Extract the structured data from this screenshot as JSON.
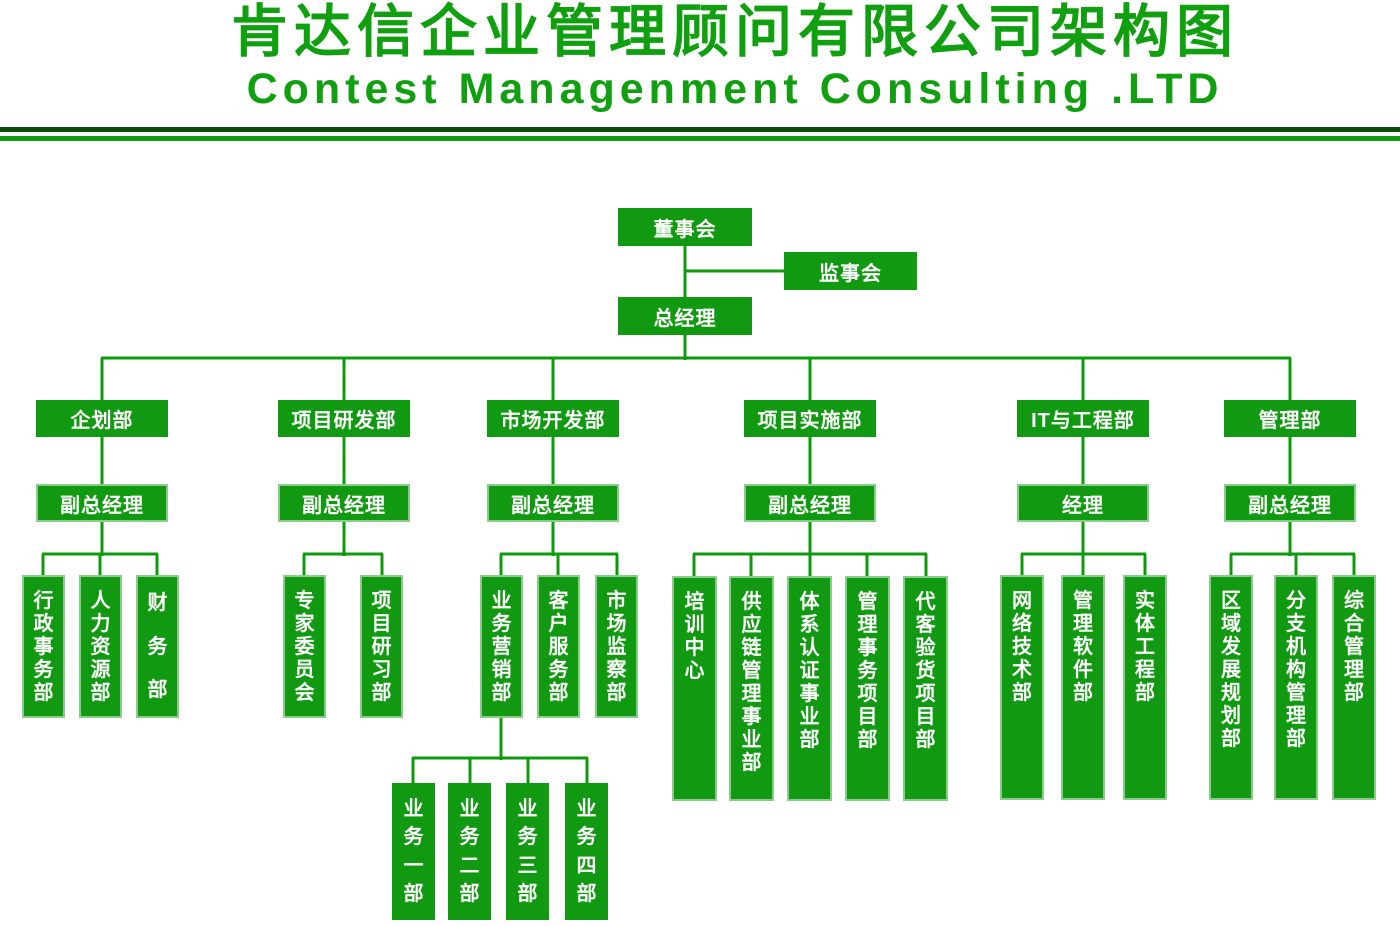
{
  "page": {
    "title": "肯达信企业管理顾问有限公司架构图",
    "subtitle": "Contest Managenment Consulting .LTD"
  },
  "colors": {
    "box_fill": "#119a11",
    "box_border": "#8bcb8b",
    "line": "#0d9b0d",
    "title_green": "#0f9f0f",
    "rule_dark": "#0a4f0a",
    "rule_bright": "#109c10",
    "text": "#ffffff",
    "bg": "#ffffff"
  },
  "org": {
    "board": "董事会",
    "supervisory": "监事会",
    "general_manager": "总经理",
    "departments": [
      {
        "name": "企划部",
        "manager": "副总经理",
        "children": [
          "行政事务部",
          "人力资源部",
          "财务部"
        ]
      },
      {
        "name": "项目研发部",
        "manager": "副总经理",
        "children": [
          "专家委员会",
          "项目研习部"
        ]
      },
      {
        "name": "市场开发部",
        "manager": "副总经理",
        "children": [
          "业务营销部",
          "客户服务部",
          "市场监察部"
        ],
        "grandchildren_parent": "业务营销部",
        "grandchildren": [
          "业务一部",
          "业务二部",
          "业务三部",
          "业务四部"
        ]
      },
      {
        "name": "项目实施部",
        "manager": "副总经理",
        "children": [
          "培训中心",
          "供应链管理事业部",
          "体系认证事业部",
          "管理事务项目部",
          "代客验货项目部"
        ]
      },
      {
        "name": "IT与工程部",
        "manager": "经理",
        "children": [
          "网络技术部",
          "管理软件部",
          "实体工程部"
        ]
      },
      {
        "name": "管理部",
        "manager": "副总经理",
        "children": [
          "区域发展规划部",
          "分支机构管理部",
          "综合管理部"
        ]
      }
    ]
  }
}
